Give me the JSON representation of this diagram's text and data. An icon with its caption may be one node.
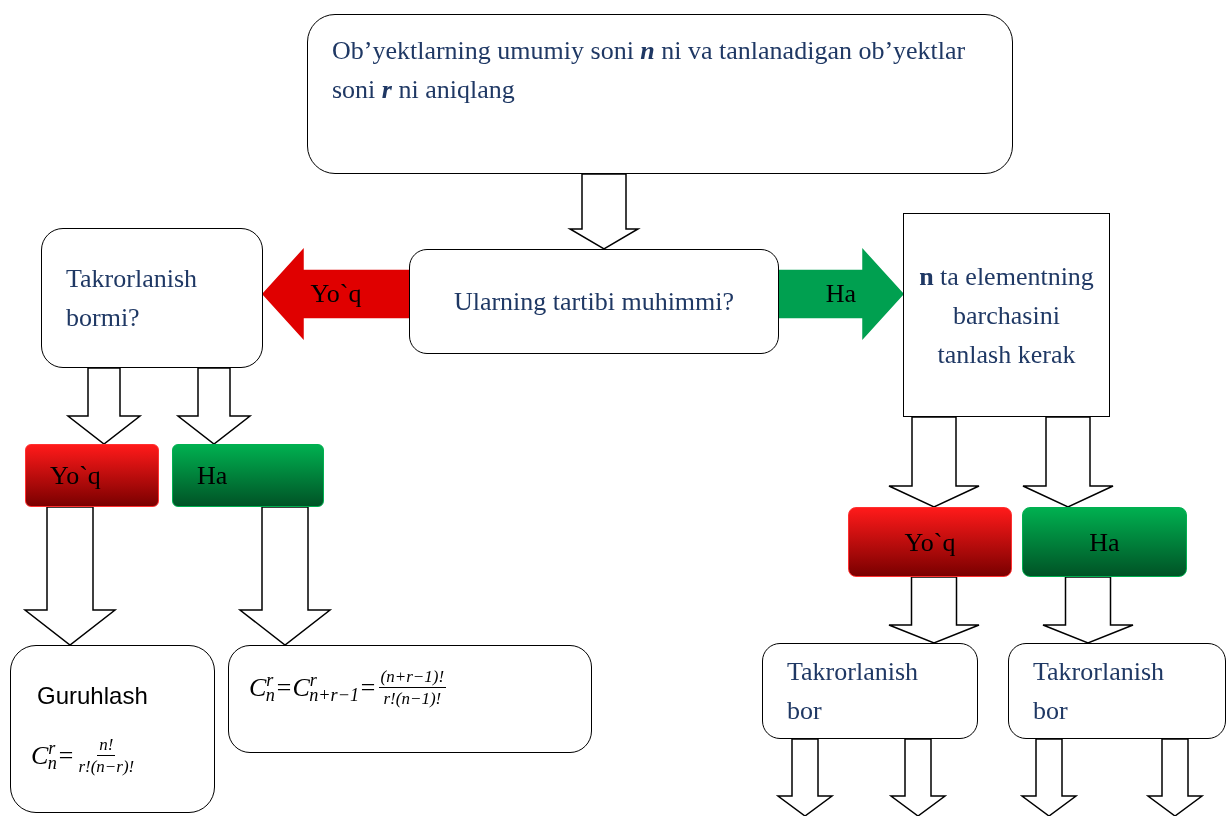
{
  "diagram": {
    "nodes": [
      {
        "text": [
          "Ob’yektlarning umumiy soni **n** ni va tanlanadigan ob’yektlar soni **r** ni aniqlang"
        ]
      },
      {
        "text": [
          "Ularning tartibi muhimmi?"
        ]
      },
      {
        "text": [
          "Takrorlanish bormi?"
        ]
      },
      {
        "text": [
          "**n** ta elementning barchasini tanlash kerak"
        ]
      },
      {
        "text": [
          "Yo`q"
        ]
      },
      {
        "text": [
          "Ha"
        ]
      },
      {
        "text": [
          "Yo`q"
        ]
      },
      {
        "text": [
          "Ha"
        ]
      },
      {
        "text": [
          "Guruhlash",
          "C$^{r}$$_{n}$=",
          "n!",
          "r!(n−r)!"
        ]
      },
      {
        "text": [
          "C$^{r}$$_{n}$=C$^{r}$$_{n+r−1}$=",
          "(n+r−1)!",
          "r!(n−1)!"
        ]
      },
      {
        "text": [
          "Takrorlanish bor"
        ]
      },
      {
        "text": [
          "Takrorlanish bor"
        ]
      }
    ],
    "edges": [
      {
        "from": 0,
        "to": 1,
        "arrow": "to"
      },
      {
        "from": 1,
        "to": 2,
        "arrow": "to",
        "label": "Yo`q",
        "style": "thick",
        "color": "#e00000"
      },
      {
        "from": 1,
        "to": 3,
        "arrow": "to",
        "label": "Ha",
        "style": "thick",
        "color": "#00a050"
      },
      {
        "from": 2,
        "to": 4,
        "arrow": "to"
      },
      {
        "from": 2,
        "to": 5,
        "arrow": "to"
      },
      {
        "from": 4,
        "to": 8,
        "arrow": "to"
      },
      {
        "from": 5,
        "to": 9,
        "arrow": "to"
      },
      {
        "from": 3,
        "to": 6,
        "arrow": "to"
      },
      {
        "from": 3,
        "to": 7,
        "arrow": "to"
      },
      {
        "from": 6,
        "to": 10,
        "arrow": "to"
      },
      {
        "from": 7,
        "to": 11,
        "arrow": "to"
      },
      {
        "from": 10,
        "to": null,
        "arrow": "to"
      },
      {
        "from": 10,
        "to": null,
        "arrow": "to"
      },
      {
        "from": 11,
        "to": null,
        "arrow": "to"
      },
      {
        "from": 11,
        "to": null,
        "arrow": "to"
      }
    ]
  }
}
